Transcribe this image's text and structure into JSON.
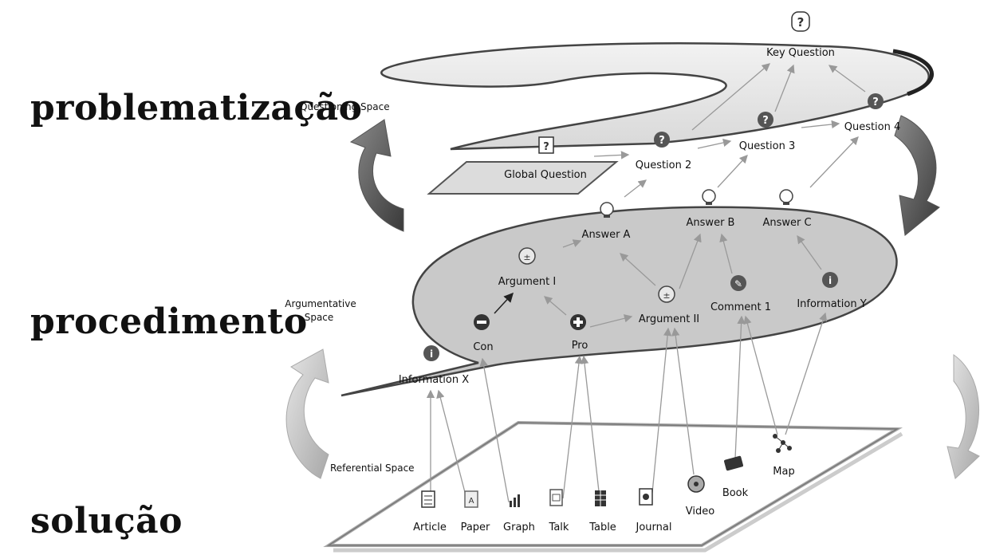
{
  "phases": {
    "problematizacao": "problematização",
    "procedimento": "procedimento",
    "solucao": "solução"
  },
  "spaces": {
    "questioning": "Questioning Space",
    "argumentative_line1": "Argumentative",
    "argumentative_line2": "Space",
    "referential": "Referential Space"
  },
  "questions": {
    "key": "Key Question",
    "global": "Global Question",
    "q2": "Question 2",
    "q3": "Question 3",
    "q4": "Question 4"
  },
  "answers": {
    "a": "Answer A",
    "b": "Answer B",
    "c": "Answer C"
  },
  "arguments": {
    "argument1": "Argument I",
    "argument2": "Argument II",
    "con": "Con",
    "pro": "Pro",
    "comment1": "Comment 1",
    "info_x": "Information X",
    "info_y": "Information Y"
  },
  "resources": {
    "article": "Article",
    "paper": "Paper",
    "graph": "Graph",
    "talk": "Talk",
    "table": "Table",
    "journal": "Journal",
    "video": "Video",
    "book": "Book",
    "map": "Map"
  }
}
